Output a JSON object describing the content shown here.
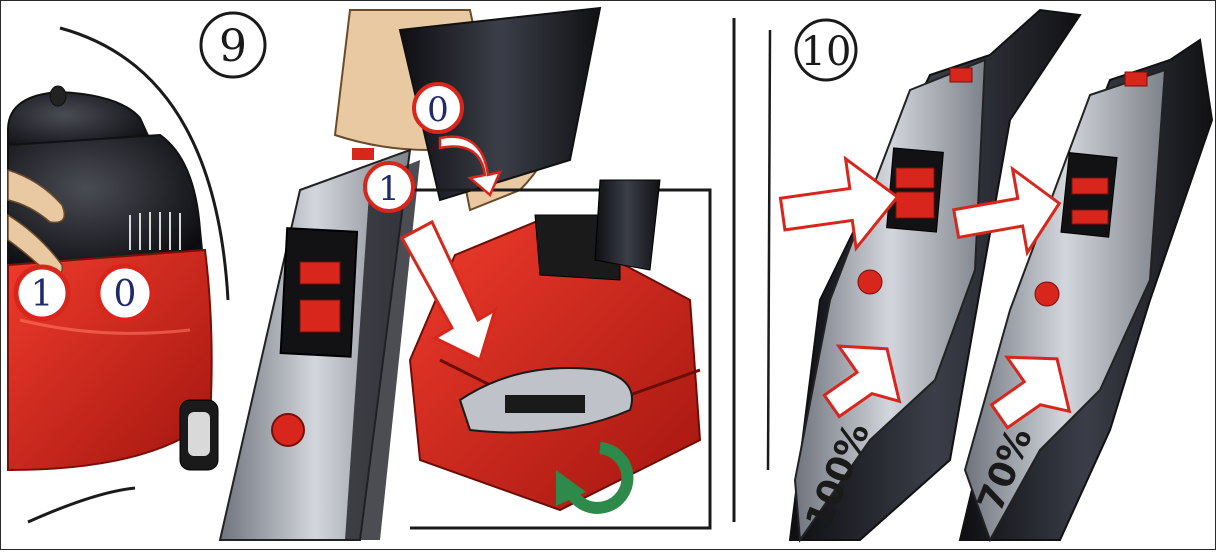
{
  "steps": {
    "step9": {
      "number": "9"
    },
    "step10": {
      "number": "10"
    }
  },
  "switch_labels": {
    "on": "1",
    "off": "0"
  },
  "power_levels": {
    "full": "100%",
    "reduced": "70%"
  },
  "colors": {
    "red": "#d8261d",
    "dark_red": "#8e1410",
    "black": "#1a1a1a",
    "grey": "#8a8d94",
    "light_grey": "#c9ccd2",
    "skin": "#e8c9a2",
    "green": "#2e8a4a",
    "navy": "#1e2a6b"
  },
  "icons": [
    "rotate-arrow-icon",
    "push-arrow-icon",
    "indicator-dot-icon"
  ]
}
